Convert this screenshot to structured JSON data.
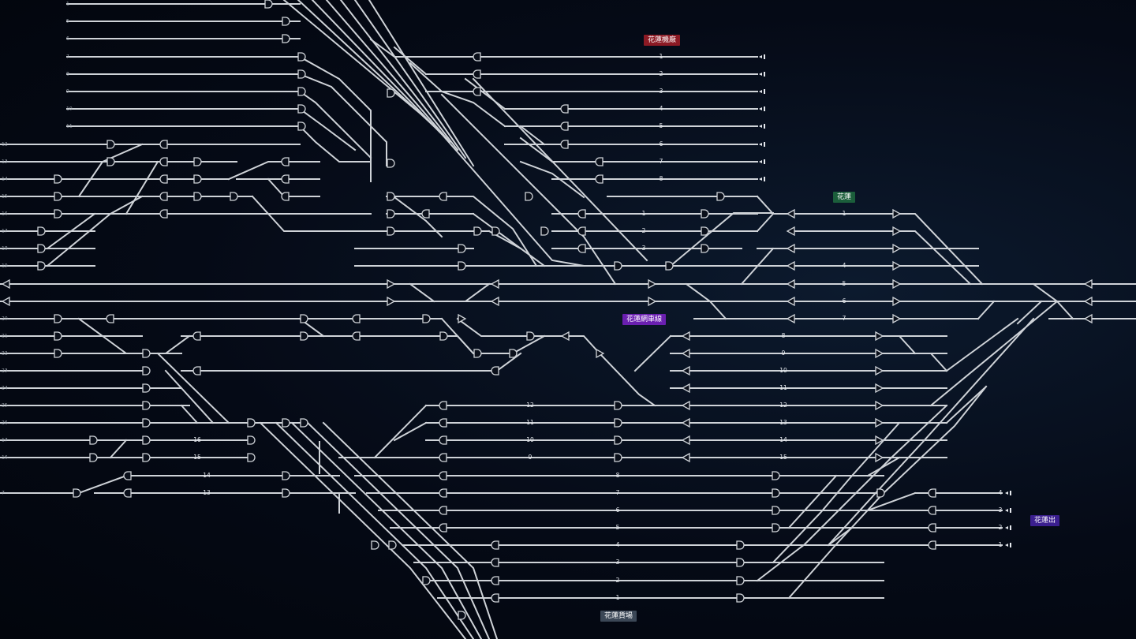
{
  "stations": [
    {
      "id": "st-depot",
      "label": "花蓮機廠",
      "color": "#8c1a24"
    },
    {
      "id": "st-hualien",
      "label": "花蓮",
      "color": "#1b5e3b"
    },
    {
      "id": "st-link",
      "label": "花蓮網車線",
      "color": "#6a1fb0"
    },
    {
      "id": "st-exit",
      "label": "花蓮出",
      "color": "#3b1f8f"
    },
    {
      "id": "st-south",
      "label": "花蓮貨場",
      "color": "#3b4756"
    }
  ],
  "colors": {
    "track": "#cfd3d8",
    "label": "#e6e9ee"
  },
  "track_numbers": {
    "depot": [
      "1",
      "2",
      "3",
      "4",
      "5",
      "6",
      "7",
      "8"
    ],
    "platform_hualien": [
      "1",
      "2",
      "3",
      "4",
      "5",
      "6",
      "7"
    ],
    "platform_east": [
      "8",
      "9",
      "10",
      "11",
      "12",
      "13",
      "14",
      "15"
    ],
    "yard_mid": [
      "12",
      "11",
      "10",
      "9"
    ],
    "yard_lower_left": [
      "16",
      "15",
      "14",
      "13"
    ],
    "yard_lower_center": [
      "8",
      "7",
      "6",
      "5",
      "4",
      "3",
      "2",
      "1"
    ],
    "exit_tracks": [
      "4",
      "3",
      "2",
      "1"
    ]
  },
  "edge_labels_left": [
    "1",
    "5",
    "6",
    "7",
    "8",
    "9",
    "10",
    "11",
    "12",
    "13",
    "14",
    "15",
    "16",
    "17",
    "18",
    "19",
    "20",
    "21",
    "22",
    "23",
    "24",
    "25",
    "26",
    "17",
    "16",
    "7"
  ]
}
